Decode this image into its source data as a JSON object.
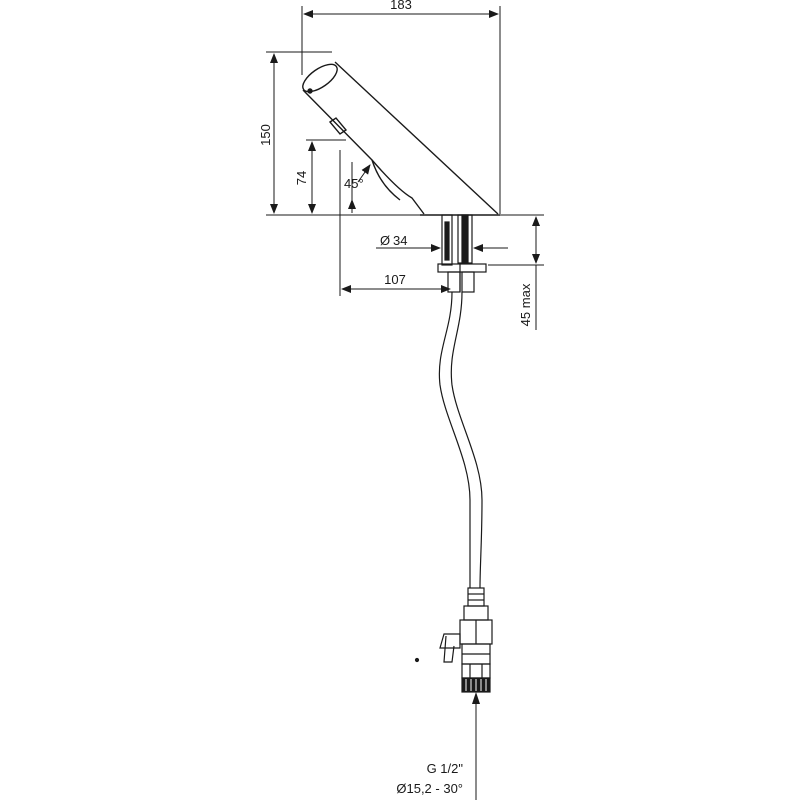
{
  "dimensions": {
    "overall_width": "183",
    "overall_height": "150",
    "spout_height": "74",
    "spout_angle": "45°",
    "hole_diameter": "34",
    "spout_reach": "107",
    "deck_thickness": "45 max",
    "thread": "G 1/2\"",
    "compression": "Ø15,2 - 30°"
  },
  "symbols": {
    "diameter": "Ø"
  },
  "colors": {
    "line": "#1a1a1a",
    "background": "#ffffff"
  }
}
